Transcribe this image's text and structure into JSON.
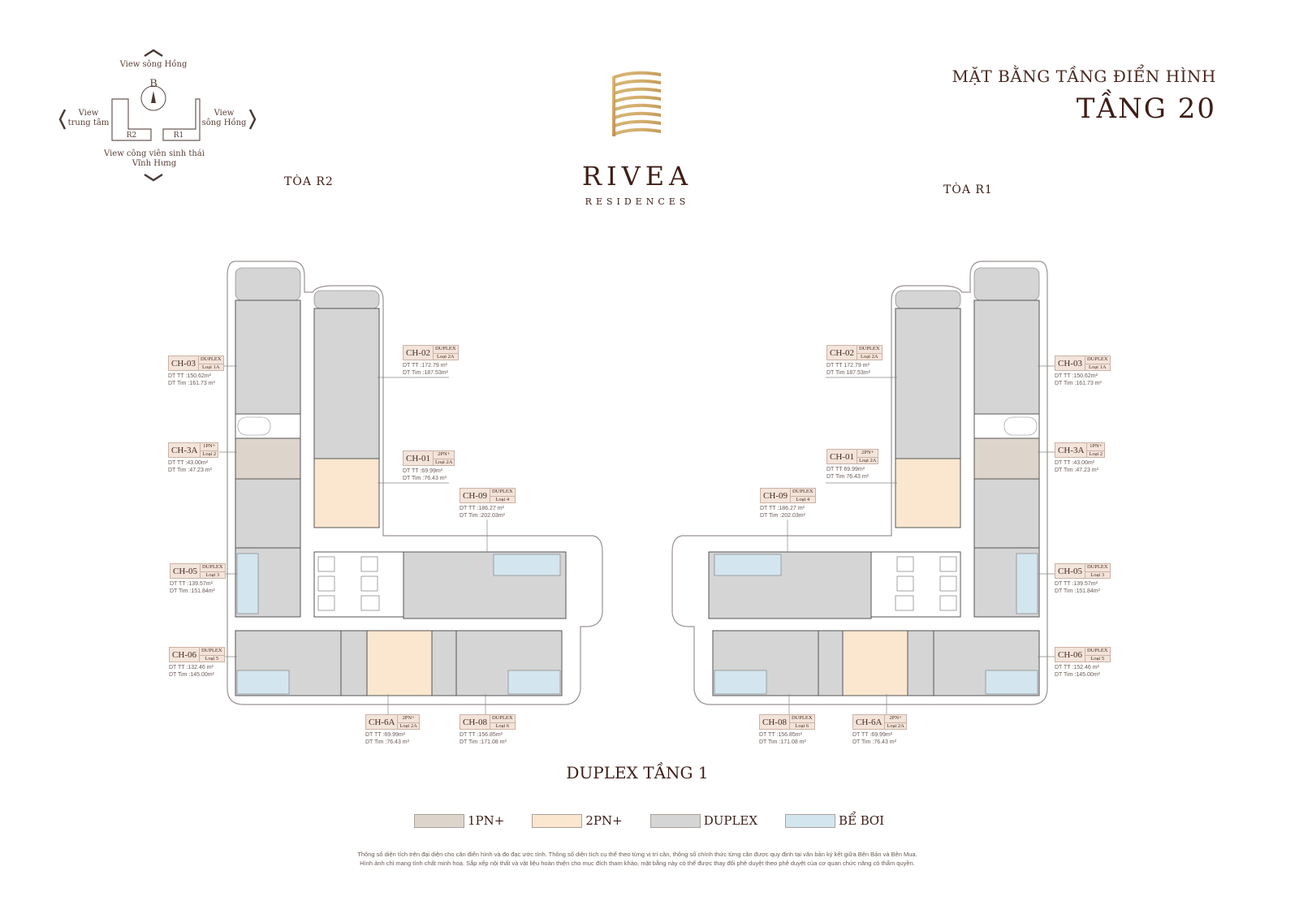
{
  "compass": {
    "north_label": "B",
    "view_top": "View sông Hồng",
    "view_left_1": "View",
    "view_left_2": "trung tâm",
    "view_right_1": "View",
    "view_right_2": "sông Hồng",
    "view_bottom_1": "View công viên sinh thái",
    "view_bottom_2": "Vĩnh Hưng",
    "building_left": "R2",
    "building_right": "R1"
  },
  "brand": {
    "name": "RIVEA",
    "sub": "RESIDENCES"
  },
  "header": {
    "title": "MẶT BẰNG TẦNG ĐIỂN HÌNH",
    "floor": "TẦNG 20"
  },
  "towers": {
    "left": "TÒA R2",
    "right": "TÒA R1"
  },
  "callouts": [
    {
      "code": "CH-03",
      "type": "DUPLEX",
      "loai": "Loại 1A",
      "dt_tt": "DT TT  :150.62m²",
      "dt_tim": "DT Tim :161.73 m²"
    },
    {
      "code": "CH-3A",
      "type": "1PN+",
      "loai": "Loại 2",
      "dt_tt": "DT TT  :43.00m²",
      "dt_tim": "DT Tim :47.23 m²"
    },
    {
      "code": "CH-05",
      "type": "DUPLEX",
      "loai": "Loại 3",
      "dt_tt": "DT TT  :139.57m²",
      "dt_tim": "DT Tim :151.84m²"
    },
    {
      "code": "CH-06",
      "type": "DUPLEX",
      "loai": "Loại 5",
      "dt_tt": "DT TT  :132.46 m²",
      "dt_tim": "DT Tim :145.00m²"
    },
    {
      "code": "CH-02",
      "type": "DUPLEX",
      "loai": "Loại 2A",
      "dt_tt": "DT TT  :172.79 m²",
      "dt_tim": "DT Tim :187.53m²"
    },
    {
      "code": "CH-01",
      "type": "2PN+",
      "loai": "Loại 2A",
      "dt_tt": "DT TT  :69.99m²",
      "dt_tim": "DT Tim :76.43 m²"
    },
    {
      "code": "CH-09",
      "type": "DUPLEX",
      "loai": "Loại 4",
      "dt_tt": "DT TT  :186.27 m²",
      "dt_tim": "DT Tim :202.03m²"
    },
    {
      "code": "CH-6A",
      "type": "2PN+",
      "loai": "Loại 2A",
      "dt_tt": "DT TT  :69.99m²",
      "dt_tim": "DT Tim :76.43 m²"
    },
    {
      "code": "CH-08",
      "type": "DUPLEX",
      "loai": "Loại 6",
      "dt_tt": "DT TT  :156.85m²",
      "dt_tim": "DT Tim :171.08 m²"
    },
    {
      "code": "CH-02",
      "type": "DUPLEX",
      "loai": "Loại 2A",
      "dt_tt": "DT TT   172.79 m²",
      "dt_tim": "DT Tim  187.53m²"
    },
    {
      "code": "CH-01",
      "type": "2PN+",
      "loai": "Loại 2A",
      "dt_tt": "DT TT   69.99m²",
      "dt_tim": "DT Tim  76.43 m²"
    },
    {
      "code": "CH-09",
      "type": "DUPLEX",
      "loai": "Loại 4",
      "dt_tt": "DT TT  :186.27 m²",
      "dt_tim": "DT Tim :202.03m²"
    },
    {
      "code": "CH-03",
      "type": "DUPLEX",
      "loai": "Loại 1A",
      "dt_tt": "DT TT  :150.62m²",
      "dt_tim": "DT Tim :161.73 m²"
    },
    {
      "code": "CH-3A",
      "type": "1PN+",
      "loai": "Loại 2",
      "dt_tt": "DT TT  :43.00m²",
      "dt_tim": "DT Tim :47.23 m²"
    },
    {
      "code": "CH-05",
      "type": "DUPLEX",
      "loai": "Loại 3",
      "dt_tt": "DT TT  :139.57m²",
      "dt_tim": "DT Tim :151.84m²"
    },
    {
      "code": "CH-06",
      "type": "DUPLEX",
      "loai": "Loại 5",
      "dt_tt": "DT TT  :152.46 m²",
      "dt_tim": "DT Tim :145.00m²"
    },
    {
      "code": "CH-08",
      "type": "DUPLEX",
      "loai": "Loại 6",
      "dt_tt": "DT TT  :156.85m²",
      "dt_tim": "DT Tim :171.08 m²"
    },
    {
      "code": "CH-6A",
      "type": "2PN+",
      "loai": "Loại 2A",
      "dt_tt": "DT TT  :69.99m²",
      "dt_tim": "DT Tim :76.43 m²"
    }
  ],
  "plan_subtitle": "DUPLEX TẦNG 1",
  "legend": [
    {
      "label": "1PN+",
      "color": "#ddd5cb"
    },
    {
      "label": "2PN+",
      "color": "#fbe6cf"
    },
    {
      "label": "DUPLEX",
      "color": "#d5d5d5"
    },
    {
      "label": "BỂ BƠI",
      "color": "#d3e6ef"
    }
  ],
  "colors": {
    "text": "#4a2a22",
    "gold": "#c9a15e",
    "one_bed": "#ddd5cb",
    "two_bed": "#fbe6cf",
    "duplex": "#d5d5d5",
    "pool": "#d3e6ef"
  },
  "footer": {
    "line1": "Thông số diện tích trên đại diện cho căn điển hình và đo đạc ước tính. Thông số diện tích cụ thể theo từng vị trí căn, thông số chính thức từng căn được quy định tại văn bản ký kết giữa Bên Bán và Bên Mua.",
    "line2": "Hình ảnh chỉ mang tính chất minh hoạ. Sắp xếp nội thất và vật liệu hoàn thiện cho mục đích tham khảo, mặt bằng này có thể được thay đổi phê duyệt theo phê duyệt của cơ quan chức năng có thẩm quyền."
  }
}
